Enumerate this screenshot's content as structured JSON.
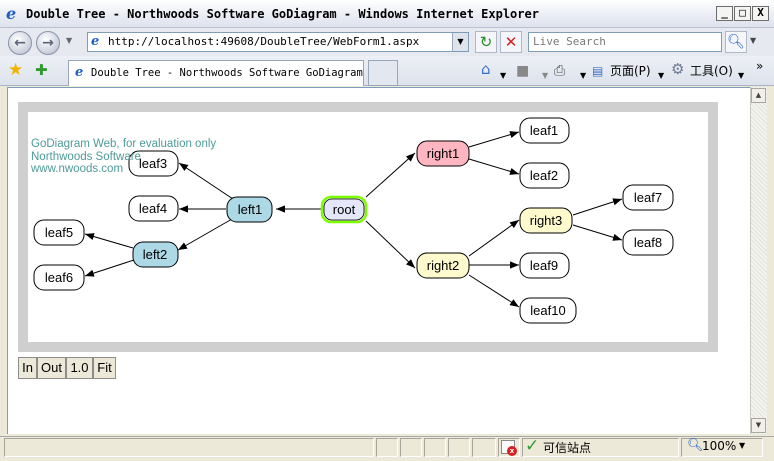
{
  "window": {
    "title": "Double Tree - Northwoods Software GoDiagram - Windows Internet Explorer",
    "minimize": "_",
    "maximize": "□",
    "close": "X"
  },
  "address": {
    "url": "http://localhost:49608/DoubleTree/WebForm1.aspx",
    "search_placeholder": "Live Search"
  },
  "tabs": [
    {
      "label": "Double Tree - Northwoods Software GoDiagram"
    }
  ],
  "command_bar": {
    "page_label": "页面(P)",
    "tools_label": "工具(O)"
  },
  "watermark": {
    "line1": "GoDiagram Web, for evaluation only",
    "line2": "Northwoods Software",
    "line3": "www.nwoods.com"
  },
  "diagram": {
    "colors": {
      "root": "#e6e6fa",
      "root_border": "#7cfc00",
      "left": "#add8e6",
      "right1": "#ffb6c1",
      "right_yellow": "#fffacd",
      "leaf": "#ffffff"
    },
    "nodes": {
      "root": "root",
      "left1": "left1",
      "left2": "left2",
      "right1": "right1",
      "right2": "right2",
      "right3": "right3",
      "leaf1": "leaf1",
      "leaf2": "leaf2",
      "leaf3": "leaf3",
      "leaf4": "leaf4",
      "leaf5": "leaf5",
      "leaf6": "leaf6",
      "leaf7": "leaf7",
      "leaf8": "leaf8",
      "leaf9": "leaf9",
      "leaf10": "leaf10"
    }
  },
  "zoom_controls": {
    "in": "In",
    "out": "Out",
    "reset": "1.0",
    "fit": "Fit"
  },
  "status": {
    "zone": "可信站点",
    "zoom": "100%"
  }
}
